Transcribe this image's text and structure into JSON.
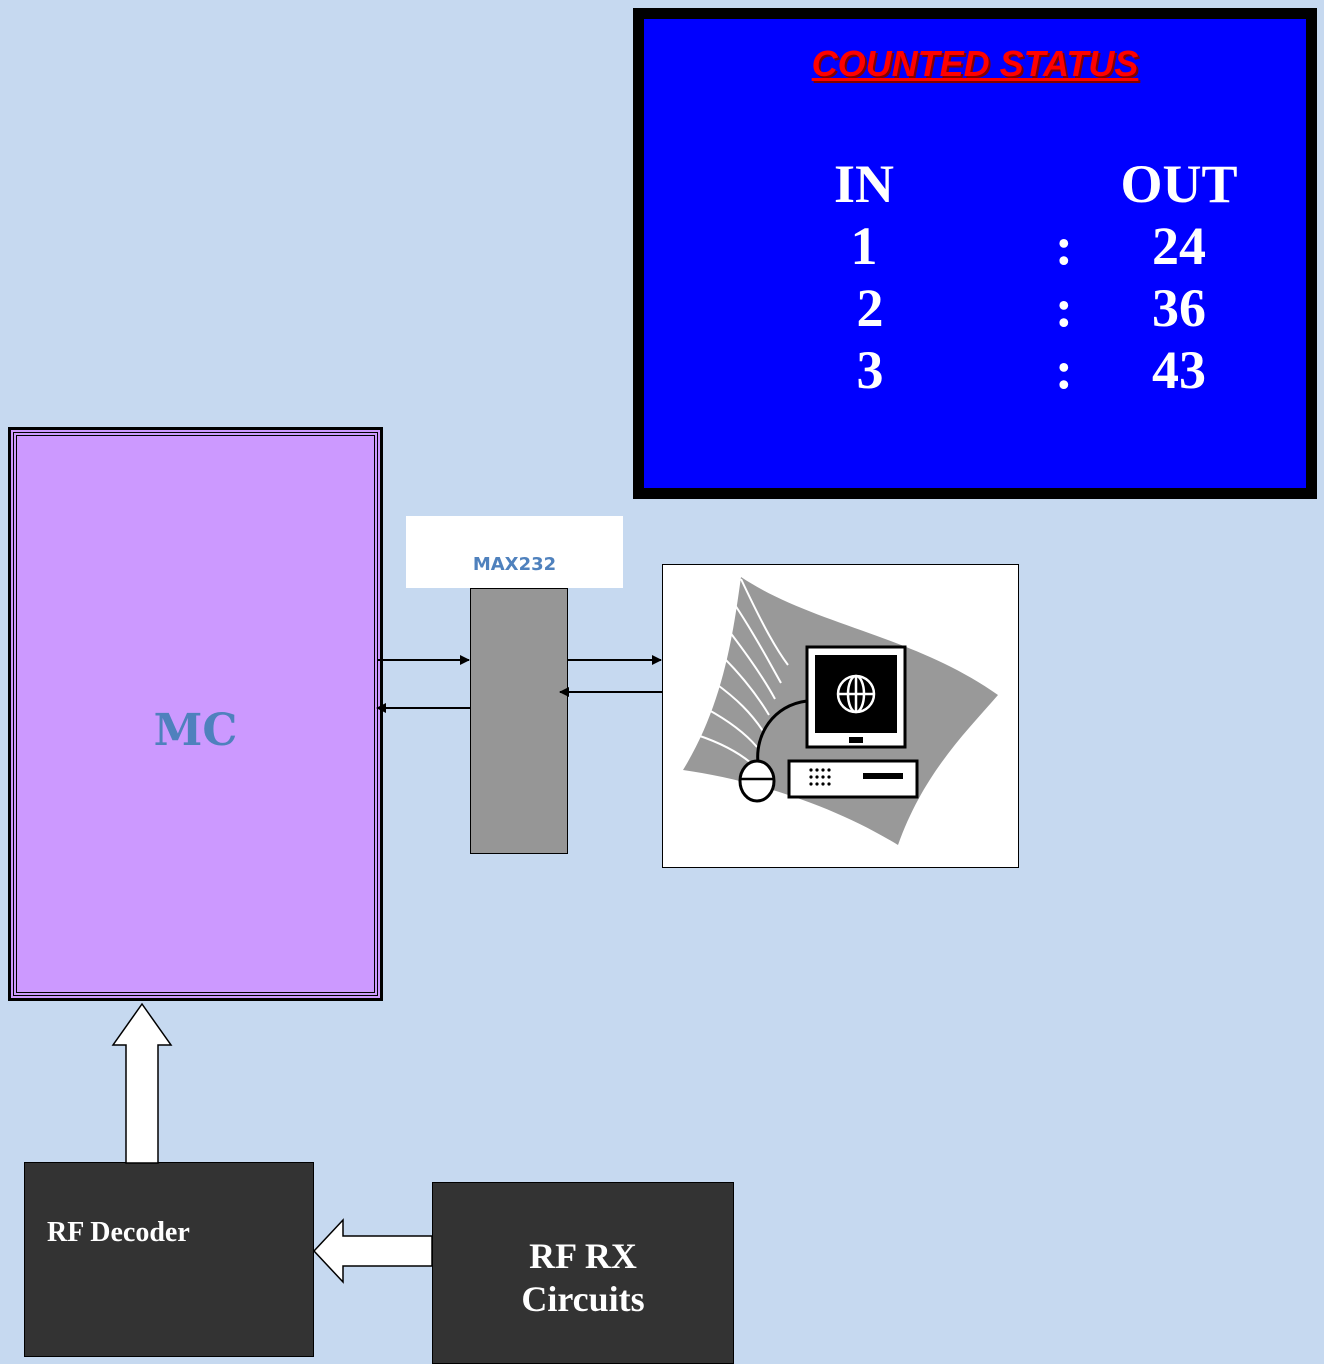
{
  "status_panel": {
    "title": "COUNTED STATUS",
    "col_in": "IN",
    "col_out": "OUT",
    "separator": ":",
    "rows": [
      {
        "in": "1",
        "out": "24"
      },
      {
        "in": "2",
        "out": "36"
      },
      {
        "in": "3",
        "out": "43"
      }
    ]
  },
  "blocks": {
    "mc": "MC",
    "max232": "MAX232",
    "rf_decoder": "RF Decoder",
    "rf_rx_line1": "RF RX",
    "rf_rx_line2": "Circuits"
  },
  "icons": {
    "computer": "computer-icon",
    "globe": "globe-icon"
  },
  "colors": {
    "background": "#c6d9f0",
    "status_bg": "#0000ff",
    "status_title": "#ff0000",
    "mc_fill": "#cc99ff",
    "label_blue": "#4f81bd",
    "chip_gray": "#969696",
    "rf_box": "#333333"
  }
}
